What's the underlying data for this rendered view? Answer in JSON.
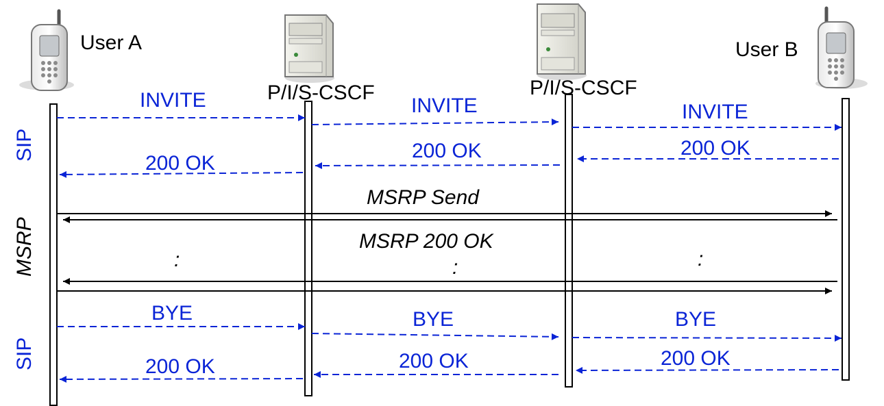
{
  "participants": {
    "user_a": "User A",
    "pcscf_1": "P/I/S-CSCF",
    "pcscf_2": "P/I/S-CSCF",
    "user_b": "User B"
  },
  "phases": {
    "sip_setup": "SIP",
    "msrp": "MSRP",
    "sip_teardown": "SIP"
  },
  "messages": {
    "invite_1": "INVITE",
    "invite_2": "INVITE",
    "invite_3": "INVITE",
    "ok_setup_1": "200 OK",
    "ok_setup_2": "200 OK",
    "ok_setup_3": "200 OK",
    "msrp_send": "MSRP Send",
    "msrp_ok": "MSRP 200 OK",
    "ellipsis_1": ":",
    "ellipsis_2": ":",
    "ellipsis_3": ":",
    "bye_1": "BYE",
    "bye_2": "BYE",
    "bye_3": "BYE",
    "ok_teardown_1": "200 OK",
    "ok_teardown_2": "200 OK",
    "ok_teardown_3": "200 OK"
  },
  "colors": {
    "sip": "#0a24d6",
    "msrp": "#000000",
    "lifeline_fill": "#ffffff",
    "lifeline_stroke": "#000000"
  },
  "icons": {
    "user_a": "mobile-phone-icon",
    "pcscf_1": "server-tower-icon",
    "pcscf_2": "server-tower-icon",
    "user_b": "mobile-phone-icon"
  }
}
